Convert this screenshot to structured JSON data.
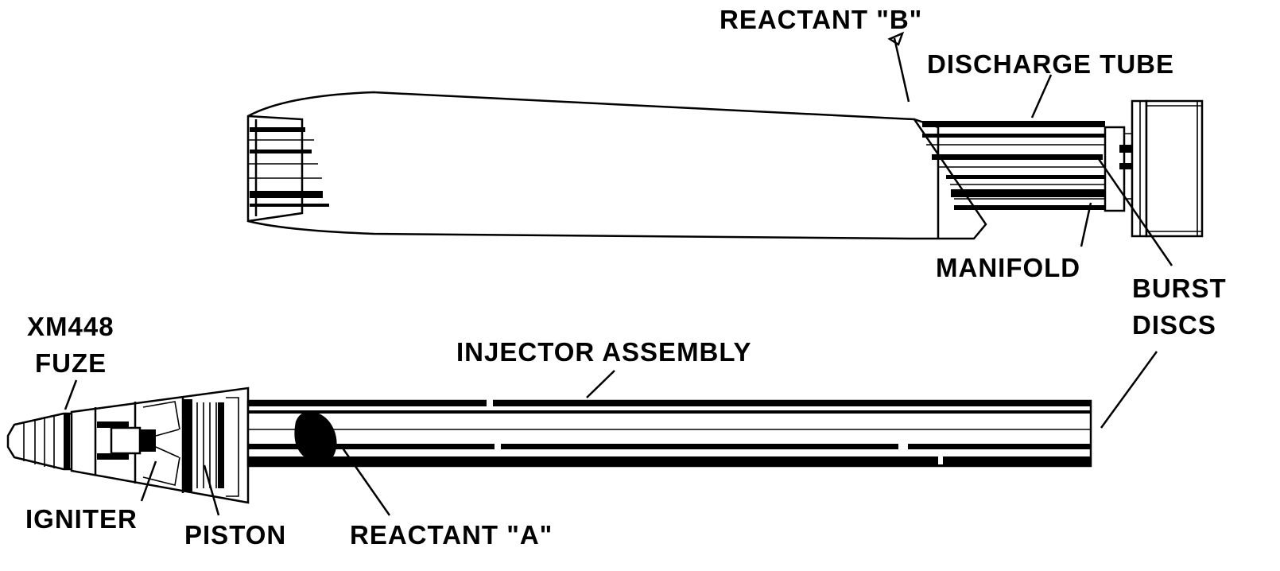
{
  "labels": {
    "reactant_b": "REACTANT \"B\"",
    "discharge_tube": "DISCHARGE TUBE",
    "manifold": "MANIFOLD",
    "burst_discs_line1": "BURST",
    "burst_discs_line2": "DISCS",
    "fuze_line1": "XM448",
    "fuze_line2": "FUZE",
    "injector_assembly": "INJECTOR ASSEMBLY",
    "igniter": "IGNITER",
    "piston": "PISTON",
    "reactant_a": "REACTANT \"A\""
  },
  "colors": {
    "ink": "#000000",
    "paper": "#ffffff"
  }
}
